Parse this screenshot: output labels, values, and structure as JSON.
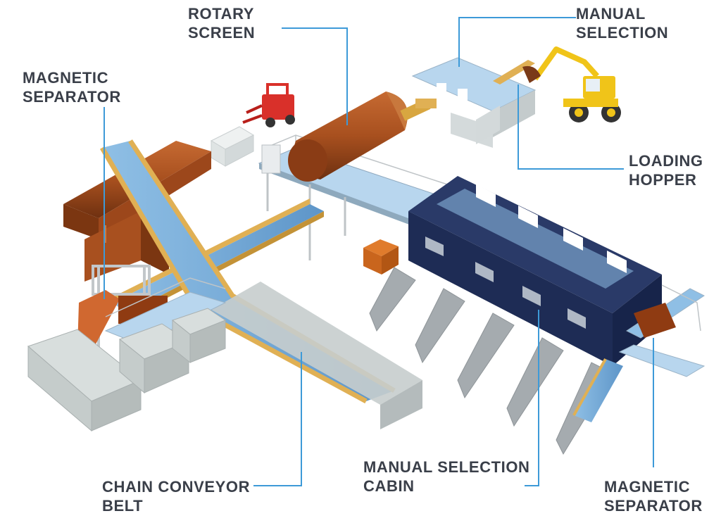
{
  "labels": {
    "rotary_screen": [
      "ROTARY",
      "SCREEN"
    ],
    "manual_selection": [
      "MANUAL",
      "SELECTION"
    ],
    "magnetic_separator_left": [
      "MAGNETIC",
      "SEPARATOR"
    ],
    "loading_hopper": [
      "LOADING",
      "HOPPER"
    ],
    "chain_conveyor_belt": [
      "CHAIN CONVEYOR",
      "BELT"
    ],
    "manual_selection_cabin": [
      "MANUAL SELECTION",
      "CABIN"
    ],
    "magnetic_separator_right": [
      "MAGNETIC",
      "SEPARATOR"
    ]
  },
  "colors": {
    "callout_line": "#3d9ad8",
    "label_text": "#3a3f49",
    "cabin": "#1e2c55",
    "conveyor": "#6fa8d6",
    "frame": "#e0b054",
    "rust": "#a8501f",
    "panel": "#9ea4a8",
    "bin": "#c5cccb",
    "excavator": "#f0c419",
    "forklift": "#d9302a"
  }
}
